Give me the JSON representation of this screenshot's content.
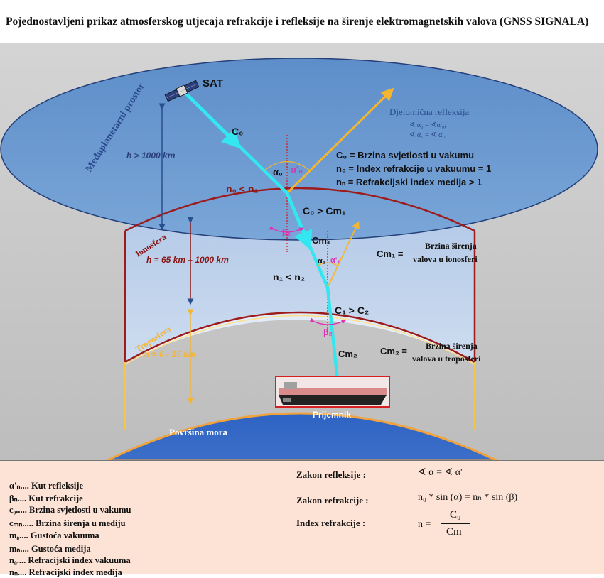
{
  "title": "Pojednostavljeni prikaz atmosferskog utjecaja refrakcije i refleksije na širenje elektromagnetskih valova (GNSS SIGNALA)",
  "layers": {
    "space": "Međuplanetarni prostor",
    "ionosphere": "Ionosfera",
    "troposphere": "Troposfera",
    "sea": "Površina mora"
  },
  "heights": {
    "space": "h > 1000 km",
    "ionosphere": "h = 65 km – 1000 km",
    "troposphere": "h = 0 - 15 km"
  },
  "labels": {
    "sat": "SAT",
    "c0": "C₀",
    "alpha0": "α₀",
    "alpha0_prime": "α'₀",
    "n0_lt_n1": "n₀ < n₁",
    "c0_gt_cm1": "C₀ > Cm₁",
    "beta1": "β₁",
    "cm1": "Cm₁",
    "alpha1": "α₁",
    "alpha1_prime": "α'₁",
    "n1_lt_n2": "n₁ < n₂",
    "c1_gt_c2": "C₁ > C₂",
    "beta2": "β₂",
    "cm2": "Cm₂",
    "receiver": "Prijemnik"
  },
  "annotations": {
    "partial_reflection": "Djelomična refleksija",
    "eq1": "∢ α₀ = ∢α'₀;",
    "eq2": "∢ α₁ = ∢ α'₁",
    "def_c0": "C₀ = Brzina svjetlosti u vakumu",
    "def_n0": "n₀ = Index refrakcije u vakuumu = 1",
    "def_nn": "nₙ = Refrakcijski index medija > 1",
    "cm1_lhs": "Cm₁ =",
    "cm1_line1": "Brzina širenja",
    "cm1_line2": "valova u ionosferi",
    "cm2_lhs": "Cm₂ =",
    "cm2_line1": "Brzina širenja",
    "cm2_line2": "valova u troposferi"
  },
  "legend": [
    "α'ₙ.... Kut refleksije",
    "βₙ.... Kut refrakcije",
    "c₀..... Brzina svjetlosti u vakumu",
    "cₘₙ..... Brzina širenja u mediju",
    "m₀.... Gustoća vakuuma",
    "mₙ.... Gustoća medija",
    "n₀.... Refracijski index vakuuma",
    "nₙ.... Refracijski index medija"
  ],
  "laws": {
    "reflection_label": "Zakon refleksije :",
    "reflection_formula": "∢ α = ∢ α'",
    "refraction_label": "Zakon refrakcije :",
    "refraction_formula": "n₀ * sin (α) = nₙ * sin (β)",
    "index_label": "Index refrakcije :",
    "index_lhs": "n =",
    "index_num": "C₀",
    "index_den": "Cm"
  },
  "colors": {
    "space": "#4f7dba",
    "ionosphere": "#9db6de",
    "troposphere": "#c8daf0",
    "sea": "#3a63b6",
    "signal": "#33e6f0",
    "reflection": "#f5b62d",
    "legend_bg": "#fde3d6"
  }
}
